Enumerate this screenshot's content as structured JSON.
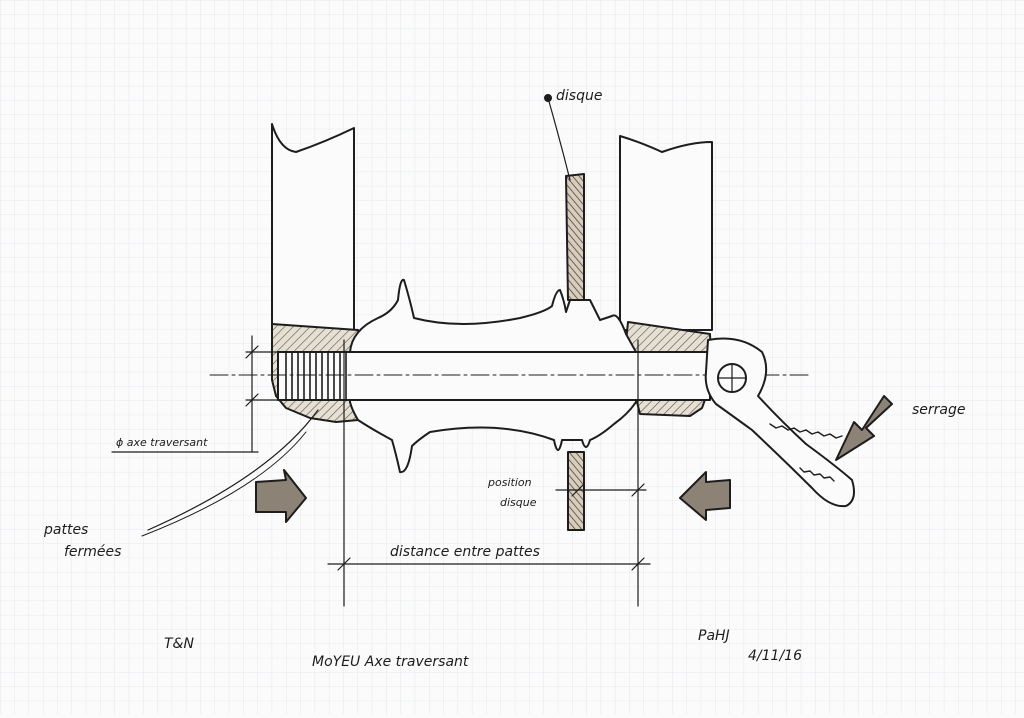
{
  "labels": {
    "disc": "disque",
    "clamping": "serrage",
    "through_axle_diameter": "ϕ axe traversant",
    "closed_dropouts_line1": "pattes",
    "closed_dropouts_line2": "fermées",
    "disc_position_line1": "position",
    "disc_position_line2": "disque",
    "dropout_spacing": "distance entre pattes"
  },
  "title_block": {
    "left_mark": "T&N",
    "title": "MoYEU Axe traversant",
    "signature": "PaHJ",
    "date": "4/11/16"
  },
  "colors": {
    "paper": "#fbfbfb",
    "grid": "#dfe3ea",
    "ink": "#1d1d1d",
    "hatch_fill": "#e6dfd3",
    "arrow_fill": "#8d8276"
  }
}
